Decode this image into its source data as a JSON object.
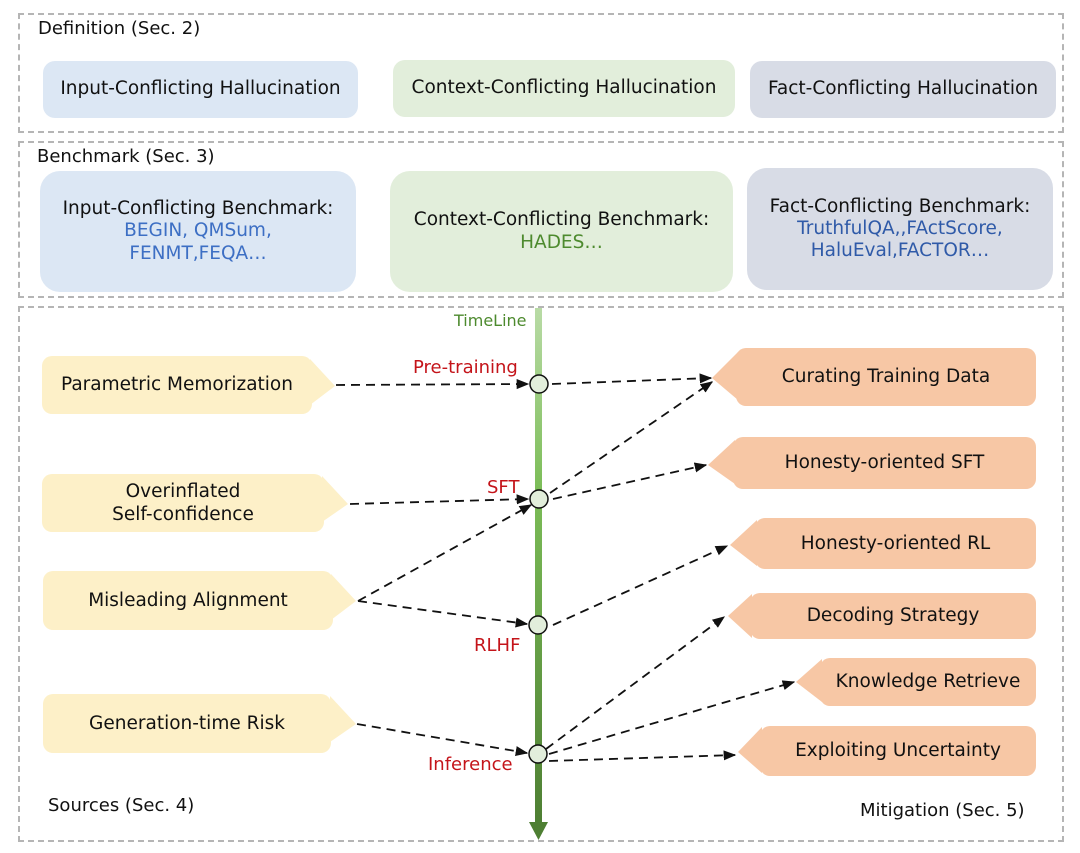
{
  "definition": {
    "title": "Definition (Sec. 2)",
    "items": [
      {
        "label": "Input-Conflicting Hallucination",
        "color": "#dce7f4"
      },
      {
        "label": "Context-Conflicting Hallucination",
        "color": "#e2eedb"
      },
      {
        "label": "Fact-Conflicting Hallucination",
        "color": "#d8dce6"
      }
    ]
  },
  "benchmark": {
    "title": "Benchmark (Sec. 3)",
    "items": [
      {
        "heading": "Input-Conflicting Benchmark:",
        "list_line1": "BEGIN, QMSum,",
        "list_line2": "FENMT,FEQA…"
      },
      {
        "heading": "Context-Conflicting Benchmark:",
        "list_line1": "HADES…",
        "list_line2": ""
      },
      {
        "heading": "Fact-Conflicting Benchmark:",
        "list_line1": "TruthfulQA,,FActScore,",
        "list_line2": "HaluEval,FACTOR…"
      }
    ]
  },
  "timeline": {
    "label": "TimeLine",
    "stages": [
      "Pre-training",
      "SFT",
      "RLHF",
      "Inference"
    ],
    "color": "#6aab4a",
    "stage_color": "#c4141a"
  },
  "sources": {
    "title": "Sources (Sec. 4)",
    "items": [
      {
        "line1": "Parametric Memorization",
        "line2": ""
      },
      {
        "line1": "Overinflated",
        "line2": "Self-confidence"
      },
      {
        "line1": "Misleading Alignment",
        "line2": ""
      },
      {
        "line1": "Generation-time Risk",
        "line2": ""
      }
    ]
  },
  "mitigation": {
    "title": "Mitigation (Sec. 5)",
    "items": [
      "Curating Training Data",
      "Honesty-oriented SFT",
      "Honesty-oriented RL",
      "Decoding Strategy",
      "Knowledge Retrieve",
      "Exploiting Uncertainty"
    ]
  },
  "edges": {
    "source_to_stage": [
      [
        "Parametric Memorization",
        "Pre-training"
      ],
      [
        "Overinflated Self-confidence",
        "SFT"
      ],
      [
        "Misleading Alignment",
        "SFT"
      ],
      [
        "Misleading Alignment",
        "RLHF"
      ],
      [
        "Generation-time Risk",
        "Inference"
      ]
    ],
    "stage_to_mitigation": [
      [
        "Pre-training",
        "Curating Training Data"
      ],
      [
        "SFT",
        "Curating Training Data"
      ],
      [
        "SFT",
        "Honesty-oriented SFT"
      ],
      [
        "RLHF",
        "Honesty-oriented RL"
      ],
      [
        "Inference",
        "Decoding Strategy"
      ],
      [
        "Inference",
        "Knowledge Retrieve"
      ],
      [
        "Inference",
        "Exploiting Uncertainty"
      ]
    ]
  }
}
